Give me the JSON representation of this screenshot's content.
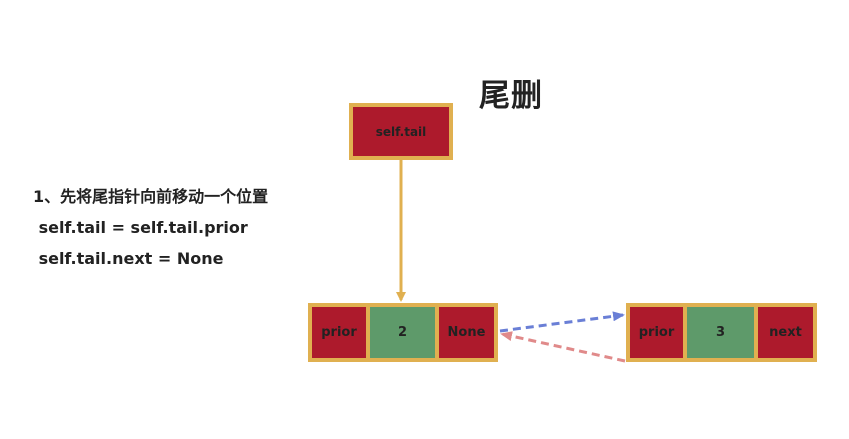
{
  "title": "尾删",
  "pointer": {
    "label": "self.tail"
  },
  "notes": [
    "1、先将尾指针向前移动一个位置",
    " self.tail = self.tail.prior",
    " self.tail.next = None"
  ],
  "node_left": {
    "prior": "prior",
    "value": "2",
    "next": "None"
  },
  "node_right": {
    "prior": "prior",
    "value": "3",
    "next": "next"
  },
  "colors": {
    "cell_red": "#ad1a2c",
    "cell_green": "#5e9a6a",
    "border": "#e0b050",
    "pointer_arrow": "#e0b050",
    "next_arrow": "#6a7fd6",
    "prior_arrow": "#e08a8a"
  }
}
